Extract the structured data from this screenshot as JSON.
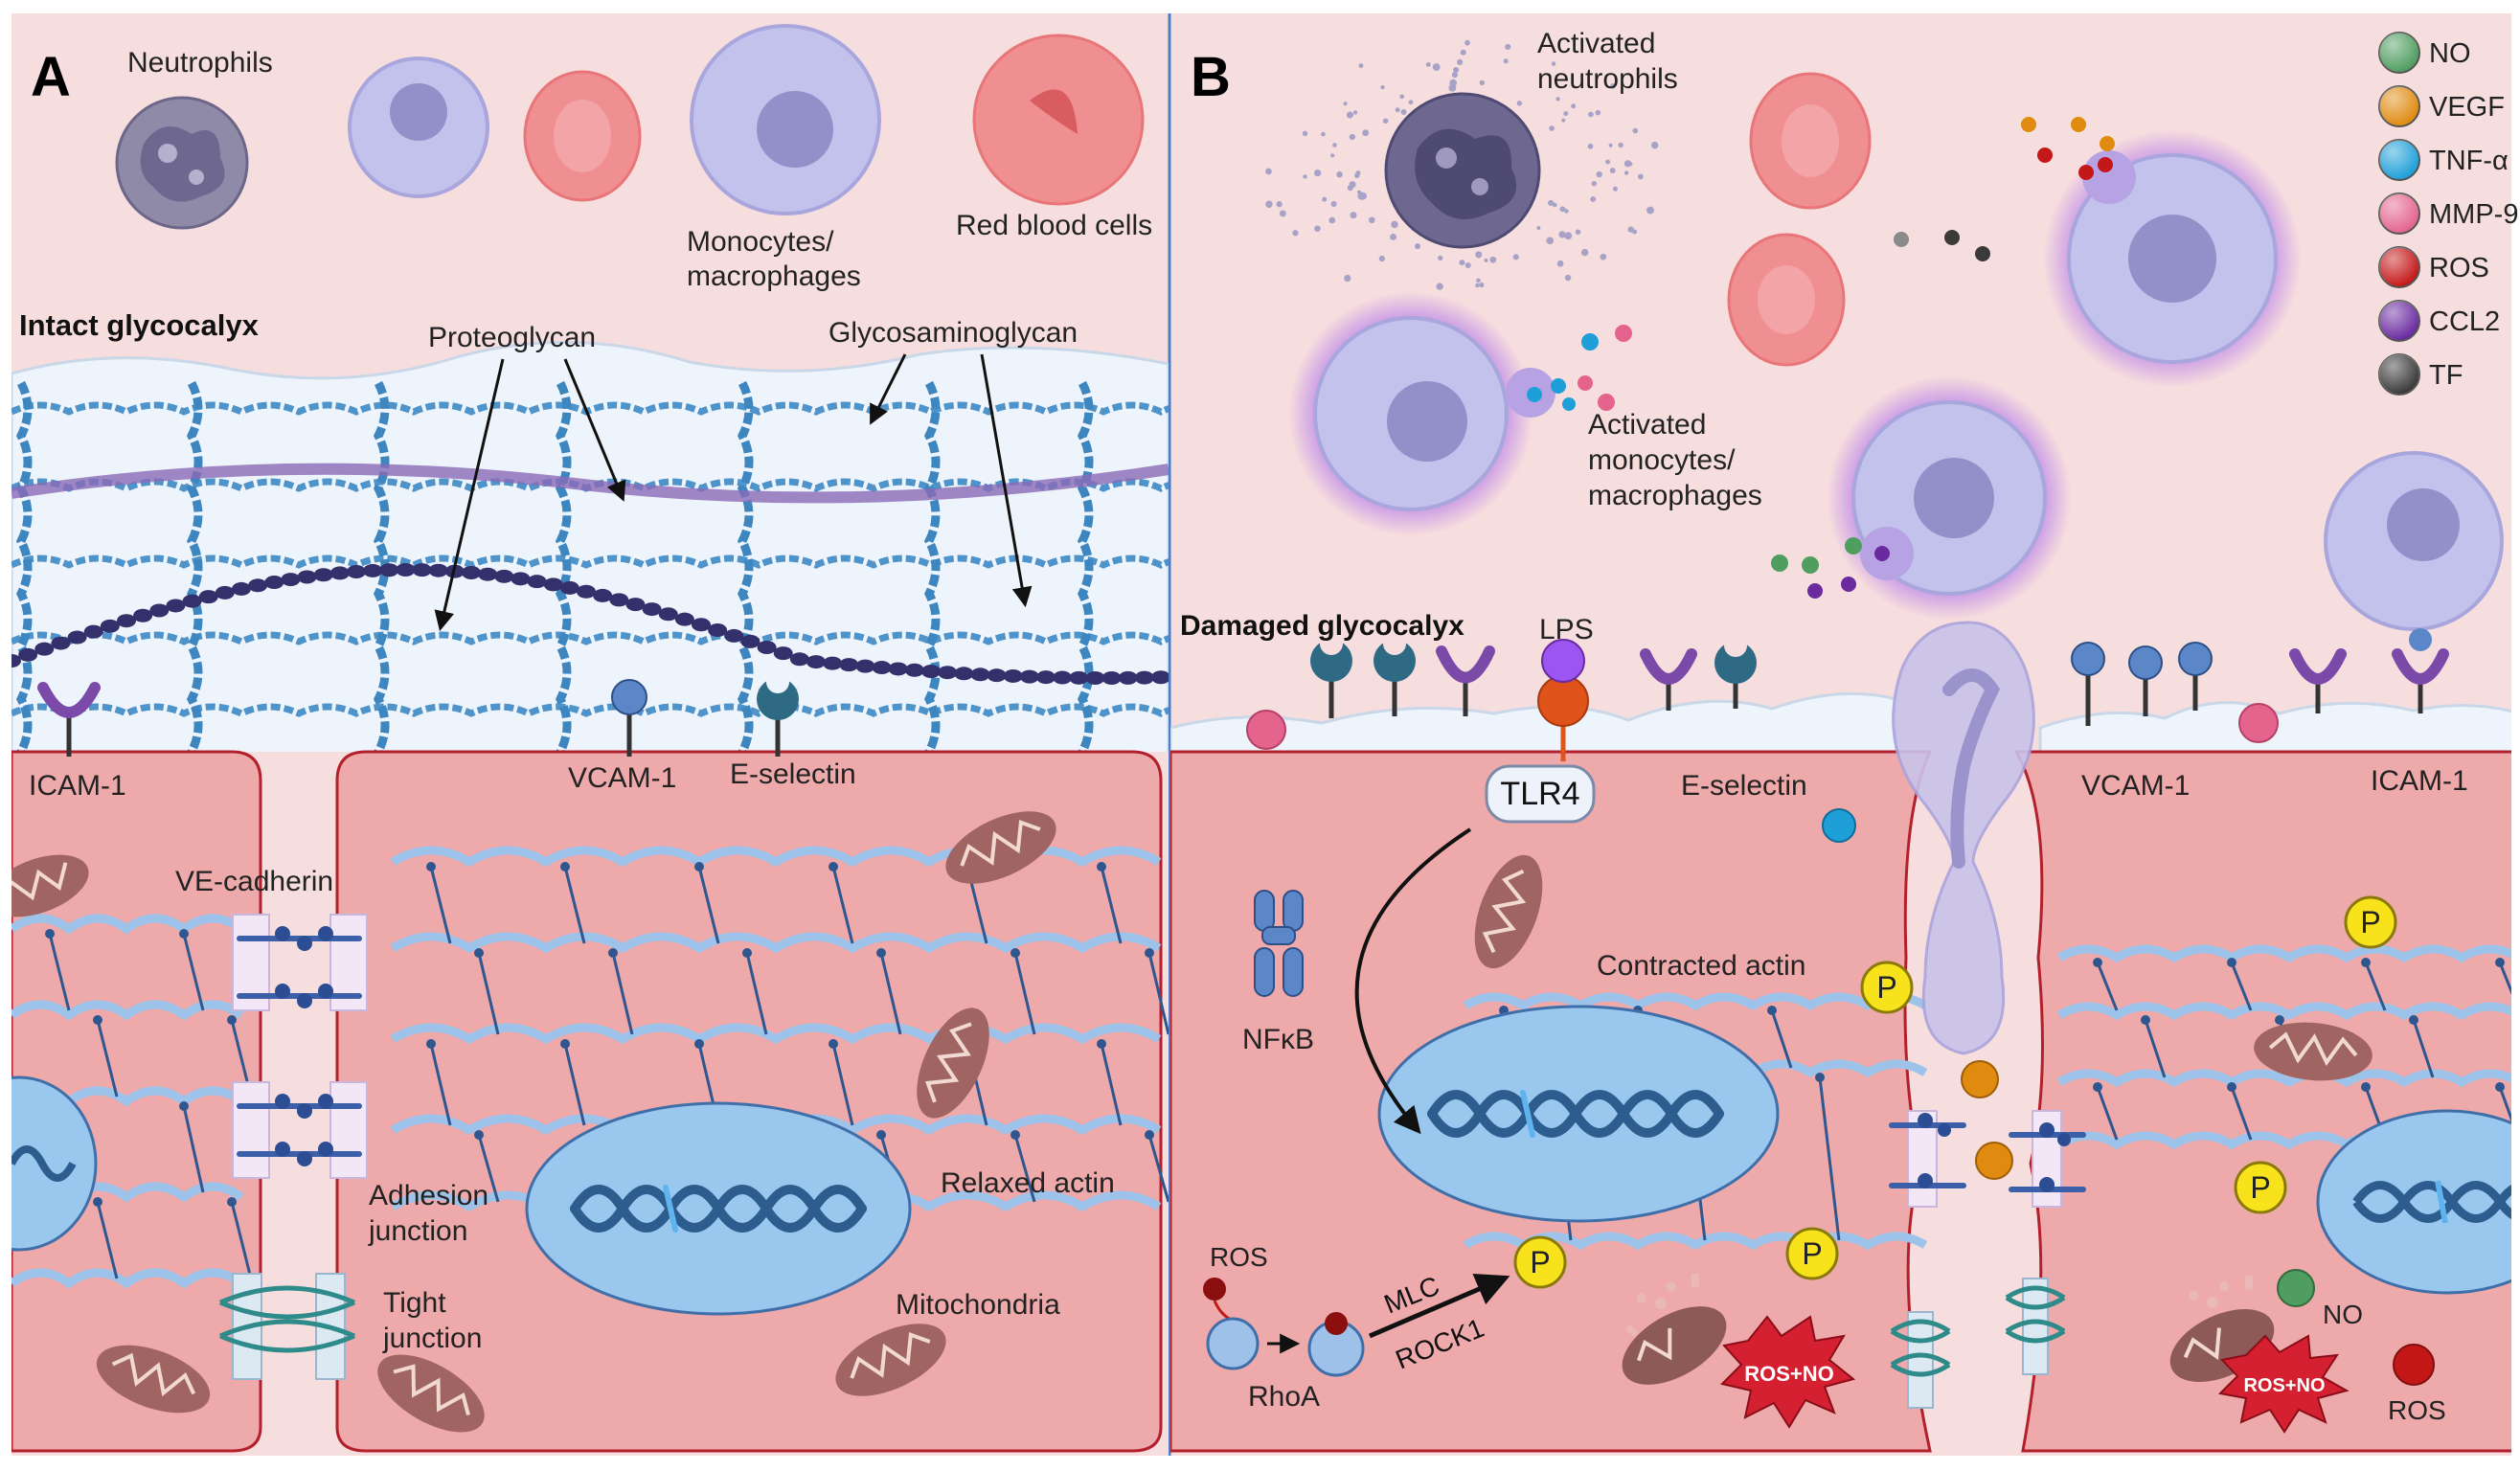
{
  "colors": {
    "plasma": "#f7dede",
    "glyco_bg": "#eef4fb",
    "endothelium": "#eea9ab",
    "cell_border": "#b3202c",
    "gag_strand": "#4e93c9",
    "proteoglycan": "#34306b",
    "actin": "#9dc3ea",
    "nucleus": "#9ac7ee",
    "monocyte": "#c3c2ec",
    "rbc": "#ef8f92",
    "mitochondria": "#a06562",
    "activation_glow": "#9b55f0",
    "phospho": "#f7e21c",
    "no": "#4f9d5f",
    "vegf": "#e08a10",
    "tnfa": "#1f9fd8",
    "mmp9": "#e4648e",
    "ros": "#c41818",
    "ccl2": "#6a2aa0",
    "tf": "#3a3a3a"
  },
  "panel_a": {
    "letter": "A",
    "neutrophils": "Neutrophils",
    "monocytes_line1": "Monocytes/",
    "monocytes_line2": "macrophages",
    "rbc": "Red blood cells",
    "intact": "Intact glycocalyx",
    "proteoglycan": "Proteoglycan",
    "gag": "Glycosaminoglycan",
    "icam": "ICAM-1",
    "vcam": "VCAM-1",
    "eselectin": "E-selectin",
    "vecadherin": "VE-cadherin",
    "adhesion_line1": "Adhesion",
    "adhesion_line2": "junction",
    "tight_line1": "Tight",
    "tight_line2": "junction",
    "relaxed": "Relaxed actin",
    "mito": "Mitochondria"
  },
  "panel_b": {
    "letter": "B",
    "act_neut_line1": "Activated",
    "act_neut_line2": "neutrophils",
    "act_mono_line1": "Activated",
    "act_mono_line2": "monocytes/",
    "act_mono_line3": "macrophages",
    "damaged": "Damaged glycocalyx",
    "lps": "LPS",
    "tlr4": "TLR4",
    "eselectin": "E-selectin",
    "vcam": "VCAM-1",
    "icam": "ICAM-1",
    "nfkb": "NFκB",
    "contracted": "Contracted actin",
    "ros": "ROS",
    "rhoa": "RhoA",
    "mlc": "MLC",
    "rock1": "ROCK1",
    "rosno": "ROS+NO",
    "no": "NO",
    "ros_small": "ROS",
    "p": "P"
  },
  "legend": [
    {
      "label": "NO",
      "color": "#4f9d5f"
    },
    {
      "label": "VEGF",
      "color": "#e08a10"
    },
    {
      "label": "TNF-α",
      "color": "#1f9fd8"
    },
    {
      "label": "MMP-9",
      "color": "#e4648e"
    },
    {
      "label": "ROS",
      "color": "#c41818"
    },
    {
      "label": "CCL2",
      "color": "#6a2aa0"
    },
    {
      "label": "TF",
      "color": "#3a3a3a"
    }
  ]
}
